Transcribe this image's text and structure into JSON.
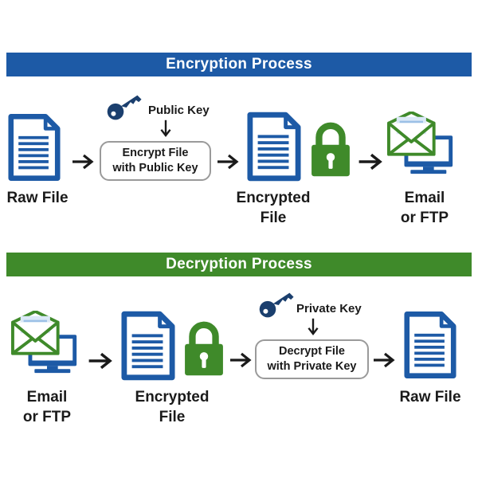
{
  "colors": {
    "encryption_banner": "#1d5aa6",
    "decryption_banner": "#3f8a2a",
    "document_blue": "#1d5aa6",
    "lock_green": "#3f8a2a",
    "key_navy": "#1b3f6e"
  },
  "encryption": {
    "title": "Encryption Process",
    "steps": {
      "raw_file": "Raw File",
      "key_label": "Public Key",
      "process_box": "Encrypt File\nwith Public Key",
      "encrypted_file": "Encrypted\nFile",
      "transfer": "Email\nor FTP"
    }
  },
  "decryption": {
    "title": "Decryption Process",
    "steps": {
      "transfer": "Email\nor FTP",
      "encrypted_file": "Encrypted\nFile",
      "key_label": "Private Key",
      "process_box": "Decrypt File\nwith Private Key",
      "raw_file": "Raw File"
    }
  },
  "icons": {
    "document": "document-icon",
    "lock": "padlock-icon",
    "key": "key-icon",
    "arrow": "arrow-right-icon",
    "computer": "computer-email-icon"
  }
}
